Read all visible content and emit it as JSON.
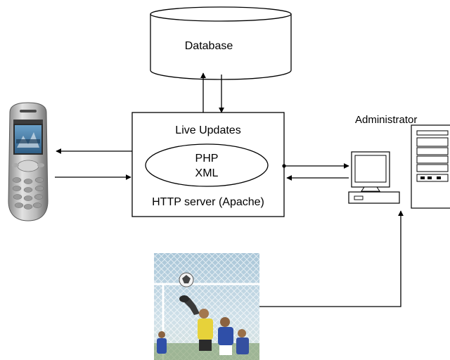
{
  "diagram": {
    "database": {
      "label": "Database"
    },
    "server": {
      "title": "Live Updates",
      "tech_line1": "PHP",
      "tech_line2": "XML",
      "footer": "HTTP server (Apache)"
    },
    "admin": {
      "label": "Administrator"
    },
    "icons": {
      "phone": "mobile-phone-icon",
      "computer": "desktop-computer-icon",
      "tower": "server-tower-icon",
      "photo": "football-goal-photo"
    }
  }
}
